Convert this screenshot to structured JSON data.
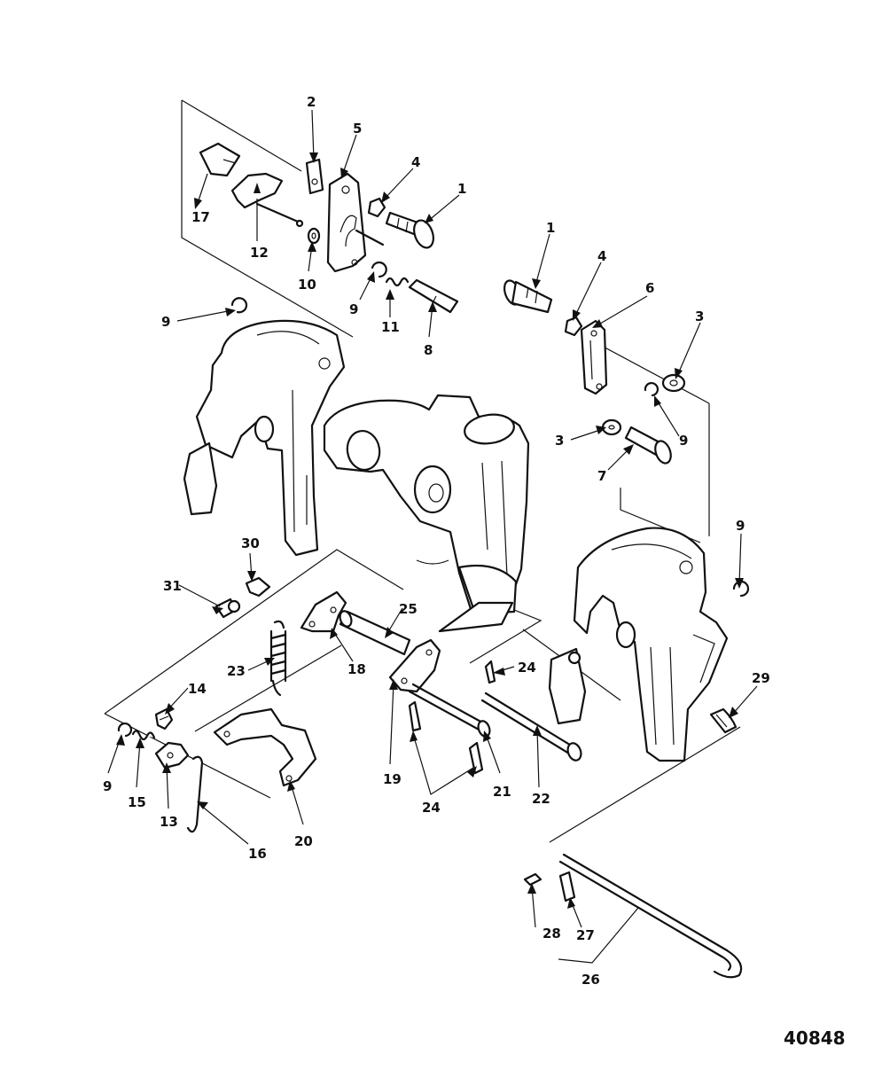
{
  "figure_number": "40848",
  "callout_labels": [
    "1",
    "2",
    "3",
    "4",
    "5",
    "6",
    "7",
    "8",
    "9",
    "10",
    "11",
    "12",
    "13",
    "14",
    "15",
    "16",
    "17",
    "18",
    "19",
    "20",
    "21",
    "22",
    "23",
    "24",
    "25",
    "26",
    "27",
    "28",
    "29",
    "30",
    "31"
  ]
}
